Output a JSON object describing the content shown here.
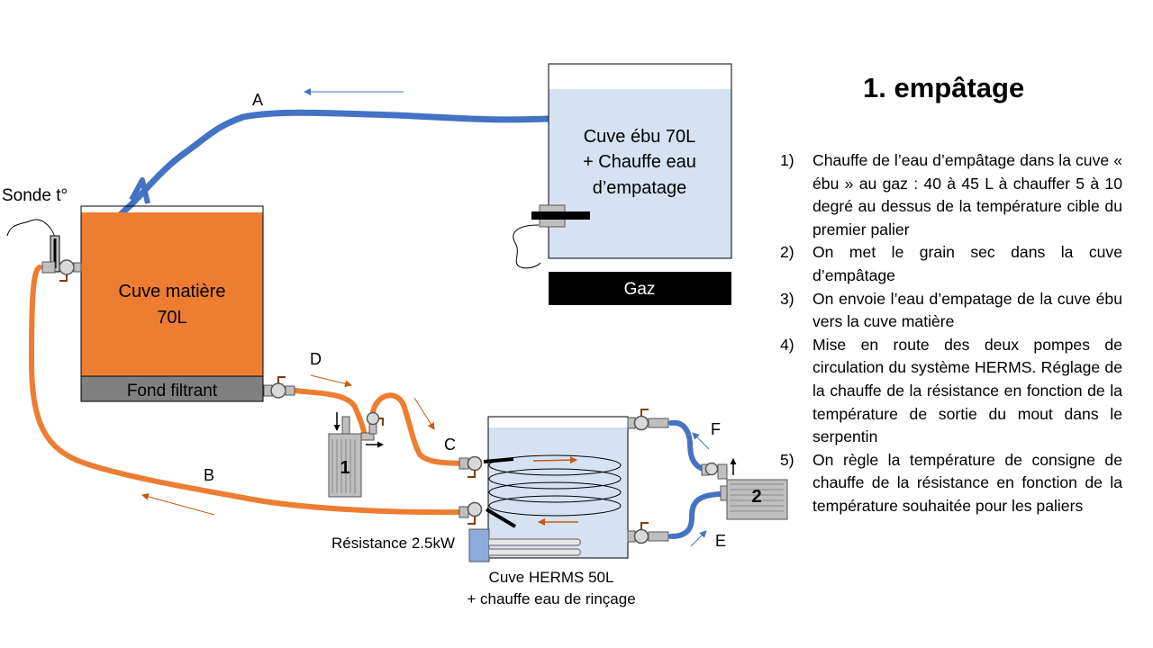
{
  "slide": {
    "title": "1. empâtage",
    "steps": [
      {
        "num": "1)",
        "text": "Chauffe de l’eau d’empâtage dans la cuve « ébu » au gaz : 40 à 45 L à chauffer  5 à 10 degré au dessus de la température cible du premier palier"
      },
      {
        "num": "2)",
        "text": "On met le grain sec dans la cuve d’empâtage"
      },
      {
        "num": "3)",
        "text": "On envoie l’eau d’empatage de la cuve ébu vers la cuve matière"
      },
      {
        "num": "4)",
        "text": "Mise en route des deux pompes de circulation du système HERMS. Réglage de la chauffe de la résistance en fonction de la température de sortie du mout dans le serpentin"
      },
      {
        "num": "5)",
        "text": "On règle la température de consigne de chauffe de la résistance en fonction de la température souhaitée pour les paliers"
      }
    ]
  },
  "diagram": {
    "probe_label": "Sonde t°",
    "mash_tun": {
      "line1": "Cuve matière",
      "line2": "70L",
      "filter_label": "Fond filtrant"
    },
    "boil_kettle": {
      "line1": "Cuve ébu 70L",
      "line2": "+ Chauffe eau",
      "line3": "d’empatage"
    },
    "gas_label": "Gaz",
    "herms": {
      "line1": "Cuve HERMS 50L",
      "line2": "+ chauffe eau de rinçage"
    },
    "heater_label": "Résistance 2.5kW",
    "pump1_label": "1",
    "pump2_label": "2",
    "pipe_labels": {
      "a": "A",
      "b": "B",
      "c": "C",
      "d": "D",
      "e": "E",
      "f": "F"
    }
  },
  "colors": {
    "hot_wort": "#ED7D31",
    "water": "#4472C4",
    "water_fill": "#D6E1F2",
    "filter": "#7F7F7F",
    "gas": "#000000",
    "pump": "#BFBFBF",
    "valve_handle": "#843C0C"
  }
}
